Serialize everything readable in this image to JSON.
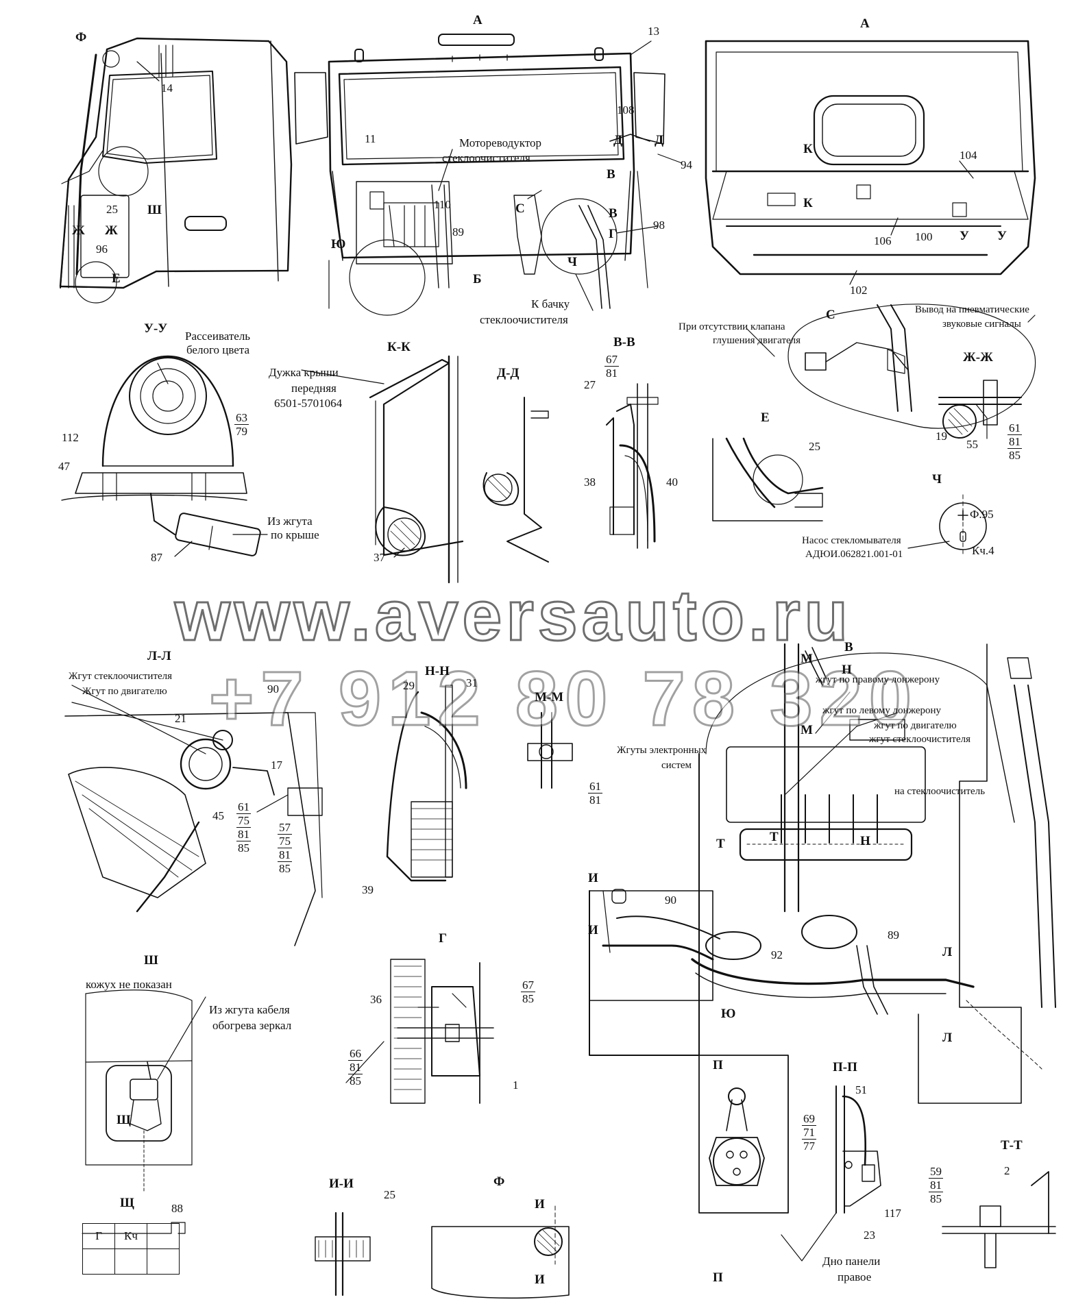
{
  "views": {
    "top": "А",
    "view_a": "А",
    "f": "Ф",
    "e": "Е",
    "sh": "Ш",
    "yu": "Ю",
    "b": "Б",
    "c": "С",
    "v": "В",
    "g": "Г",
    "d": "Д",
    "ch": "Ч",
    "zh": "Ж",
    "k": "К",
    "u": "У",
    "uu": "У-У",
    "kk": "К-К",
    "dd": "Д-Д",
    "vv": "В-В",
    "zhzh": "Ж-Ж",
    "ll": "Л-Л",
    "nn": "Н-Н",
    "mm": "М-М",
    "shh": "Щ",
    "ii": "И-И",
    "pp": "П-П",
    "tt": "Т-Т",
    "n": "Н",
    "m": "М",
    "t": "Т",
    "i": "И",
    "l": "Л",
    "p": "П"
  },
  "numbers": {
    "n1": "1",
    "n2": "2",
    "n11": "11",
    "n13": "13",
    "n14": "14",
    "n17": "17",
    "n19": "19",
    "n21": "21",
    "n23": "23",
    "n25": "25",
    "n27": "27",
    "n29": "29",
    "n31": "31",
    "n36": "36",
    "n37": "37",
    "n38": "38",
    "n39": "39",
    "n40": "40",
    "n45": "45",
    "n47": "47",
    "n51": "51",
    "n55": "55",
    "n57": "57",
    "n59": "59",
    "n61": "61",
    "n63": "63",
    "n66": "66",
    "n67": "67",
    "n69": "69",
    "n71": "71",
    "n75": "75",
    "n77": "77",
    "n79": "79",
    "n81": "81",
    "n85": "85",
    "n87": "87",
    "n88": "88",
    "n89": "89",
    "n90": "90",
    "n92": "92",
    "n94": "94",
    "n96": "96",
    "n98": "98",
    "n100": "100",
    "n102": "102",
    "n104": "104",
    "n106": "106",
    "n108": "108",
    "n110": "110",
    "n112": "112",
    "n117": "117"
  },
  "callouts": {
    "motor_reducer": "Мотореводуктор",
    "motor_reducer_2": "стеклоочистителя",
    "to_tank": "К бачку",
    "to_tank_2": "стеклоочистителя",
    "diffuser": "Рассеиватель",
    "diffuser_2": "белого цвета",
    "roof_bar": "Дужка крыши",
    "roof_bar_2": "передняя",
    "roof_bar_3": "6501-5701064",
    "from_roof_harness": "Из жгута",
    "from_roof_harness_2": "по крыше",
    "no_valve": "При отсутствии клапана",
    "no_valve_2": "глушения двигателя",
    "pneumatic_out": "Вывод на пневматические",
    "pneumatic_out_2": "звуковые сигналы",
    "washer_pump": "Насос стекломывателя",
    "washer_pump_code": "АДЮИ.062821.001-01",
    "f95": "Ф.95",
    "kch4": "Кч.4",
    "wiper_harness": "Жгут стеклоочистителя",
    "engine_harness": "Жгут по двигателю",
    "right_spar": "жгут по правому лонжерону",
    "left_spar": "жгут по левому лонжерону",
    "engine_harness_2": "жгут по двигателю",
    "wiper_harness_2": "жгут стеклоочистителя",
    "electronic_harnesses": "Жгуты электронных",
    "electronic_harnesses_2": "систем",
    "to_wiper": "на стеклоочиститель",
    "cover_not_shown": "кожух не показан",
    "mirror_harness": "Из жгута кабеля",
    "mirror_harness_2": "обогрева зеркал",
    "panel_bottom": "Дно панели",
    "panel_bottom_2": "правое",
    "shh_g": "Г",
    "shh_kch": "Кч"
  },
  "watermark": {
    "site": "www.aversauto.ru",
    "phone": "+7 912 80 78 320"
  }
}
